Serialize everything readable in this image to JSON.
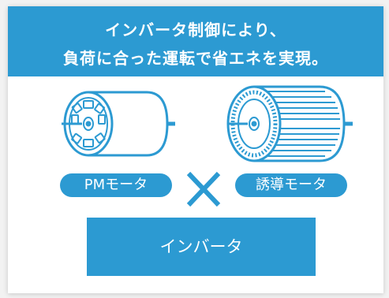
{
  "header": {
    "line1": "インバータ制御により、",
    "line2": "負荷に合った運転で省エネを実現。"
  },
  "labels": {
    "pm_motor": "PMモータ",
    "induction_motor": "誘導モータ",
    "inverter": "インバータ"
  },
  "colors": {
    "accent": "#2c9ad2",
    "background": "#ffffff"
  }
}
